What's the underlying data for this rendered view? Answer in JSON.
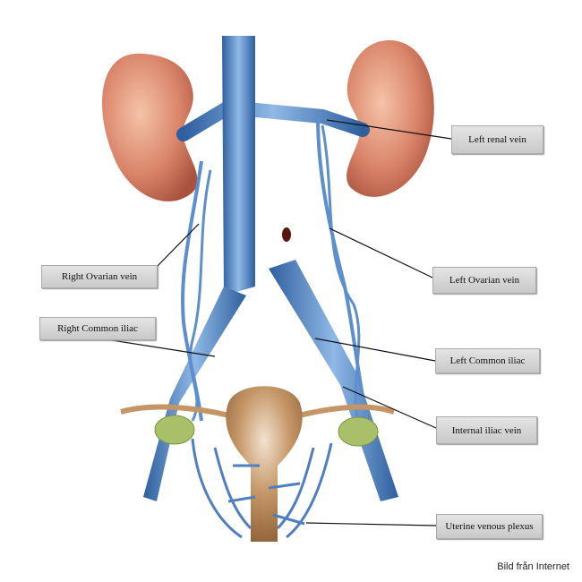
{
  "labels": {
    "left_renal_vein": "Left renal vein",
    "right_ovarian_vein": "Right Ovarian vein",
    "left_ovarian_vein": "Left Ovarian vein",
    "right_common_iliac": "Right Common iliac",
    "left_common_iliac": "Left Common iliac",
    "internal_iliac_vein": "Internal iliac vein",
    "uterine_venous_plexus": "Uterine venous plexus"
  },
  "credit": "Bild från Internet",
  "colors": {
    "vein": "#4f86c6",
    "artery": "#b8392a",
    "kidney": "#d9826a",
    "uterus": "#b98458",
    "ovary": "#a9c06a"
  }
}
